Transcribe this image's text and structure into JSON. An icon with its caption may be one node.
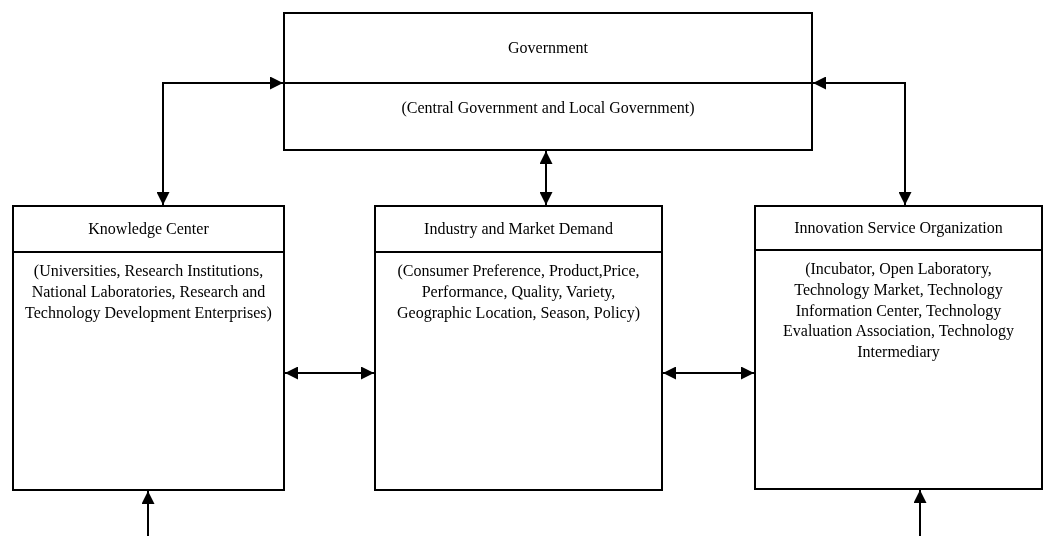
{
  "diagram": {
    "nodes": [
      {
        "text": [
          "Government",
          "(Central Government and Local Government)"
        ]
      },
      {
        "text": [
          "Knowledge Center",
          "(Universities, Research Institutions, National Laboratories, Research and Technology Development Enterprises)"
        ]
      },
      {
        "text": [
          "Industry and Market Demand",
          "(Consumer Preference, Product,Price, Performance, Quality, Variety, Geographic Location, Season, Policy)"
        ]
      },
      {
        "text": [
          "Innovation Service Organization",
          "(Incubator, Open Laboratory, Technology Market, Technology Information Center, Technology Evaluation Association, Technology Intermediary"
        ]
      }
    ],
    "edges": [
      {
        "from": 0,
        "to": 1,
        "arrow": "both"
      },
      {
        "from": 0,
        "to": 2,
        "arrow": "both"
      },
      {
        "from": 0,
        "to": 3,
        "arrow": "both"
      },
      {
        "from": 1,
        "to": 2,
        "arrow": "both"
      },
      {
        "from": 2,
        "to": 3,
        "arrow": "both"
      },
      {
        "from": null,
        "to": 1,
        "arrow": "to"
      },
      {
        "from": null,
        "to": 3,
        "arrow": "to"
      }
    ]
  }
}
